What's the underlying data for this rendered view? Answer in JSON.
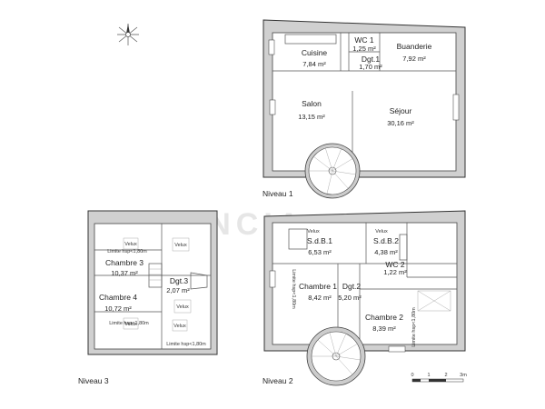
{
  "watermark": "FONCIA",
  "levels": {
    "n1": "Niveau 1",
    "n2": "Niveau 2",
    "n3": "Niveau 3"
  },
  "rooms_n1": {
    "cuisine": {
      "name": "Cuisine",
      "area": "7,84 m²"
    },
    "wc1": {
      "name": "WC 1",
      "area": "1,25 m²"
    },
    "dgt1": {
      "name": "Dgt.1",
      "area": "1,70 m²"
    },
    "buanderie": {
      "name": "Buanderie",
      "area": "7,92 m²"
    },
    "salon": {
      "name": "Salon",
      "area": "13,15 m²"
    },
    "sejour": {
      "name": "Séjour",
      "area": "30,16 m²"
    }
  },
  "rooms_n2": {
    "sdb1": {
      "name": "S.d.B.1",
      "area": "6,53 m²"
    },
    "sdb2": {
      "name": "S.d.B.2",
      "area": "4,38 m²"
    },
    "wc2": {
      "name": "WC 2",
      "area": "1,22 m²"
    },
    "chambre1": {
      "name": "Chambre 1",
      "area": "8,42 m²"
    },
    "dgt2": {
      "name": "Dgt.2",
      "area": "5,20 m²"
    },
    "chambre2": {
      "name": "Chambre 2",
      "area": "8,39 m²"
    },
    "limite1": "Limite hsp<1,80m",
    "limite2": "Limite hsp<1,80m",
    "velux1": "Velux",
    "velux2": "Velux"
  },
  "rooms_n3": {
    "chambre3": {
      "name": "Chambre 3",
      "area": "10,37 m²"
    },
    "chambre4": {
      "name": "Chambre 4",
      "area": "10,72 m²"
    },
    "dgt3": {
      "name": "Dgt.3",
      "area": "2,07 m²"
    },
    "limite_top": "Limite hsp<1,80m",
    "limite_mid": "Limite hsp<1,80m",
    "limite_bottom": "Limite hsp<1,80m",
    "velux": [
      "Velux",
      "Velux",
      "Velux",
      "Velux",
      "Velux"
    ]
  },
  "scale": {
    "t0": "0",
    "t1": "1",
    "t2": "2",
    "t3": "3m"
  }
}
